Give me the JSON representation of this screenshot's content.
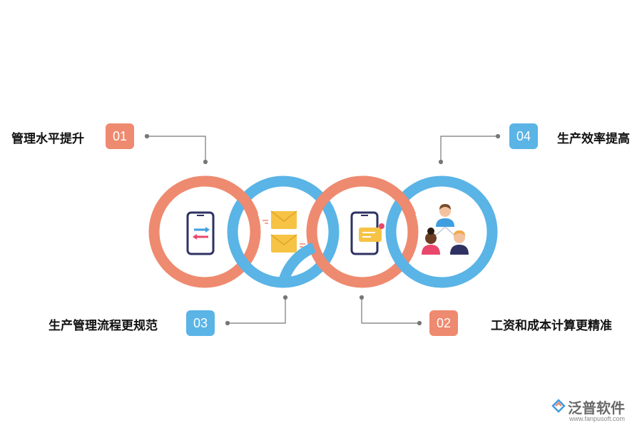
{
  "items": [
    {
      "number": "01",
      "label": "管理水平提升"
    },
    {
      "number": "02",
      "label": "工资和成本计算更精准"
    },
    {
      "number": "03",
      "label": "生产管理流程更规范"
    },
    {
      "number": "04",
      "label": "生产效率提高"
    }
  ],
  "icons": [
    "phone-transfer-icon",
    "envelopes-icon",
    "phone-message-icon",
    "team-network-icon"
  ],
  "colors": {
    "orange": "#ee8a6f",
    "blue": "#5ab4e6",
    "connector": "#777777"
  },
  "logo": {
    "name": "泛普软件",
    "url": "www.fanpusoft.com"
  }
}
